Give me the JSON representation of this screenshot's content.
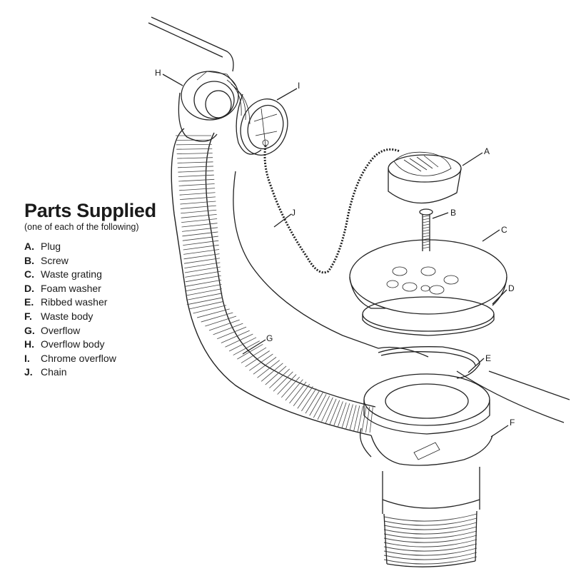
{
  "title": "Parts Supplied",
  "subtitle": "(one of each of the following)",
  "parts": [
    {
      "key": "A.",
      "name": "Plug"
    },
    {
      "key": "B.",
      "name": "Screw"
    },
    {
      "key": "C.",
      "name": "Waste grating"
    },
    {
      "key": "D.",
      "name": "Foam washer"
    },
    {
      "key": "E.",
      "name": "Ribbed washer"
    },
    {
      "key": "F.",
      "name": "Waste body"
    },
    {
      "key": "G.",
      "name": "Overflow"
    },
    {
      "key": "H.",
      "name": "Overflow body"
    },
    {
      "key": "I.",
      "name": "Chrome overflow"
    },
    {
      "key": "J.",
      "name": "Chain"
    }
  ],
  "callouts": {
    "a": "A",
    "b": "B",
    "c": "C",
    "d": "D",
    "e": "E",
    "f": "F",
    "g": "G",
    "h": "H",
    "i": "I",
    "j": "J"
  }
}
